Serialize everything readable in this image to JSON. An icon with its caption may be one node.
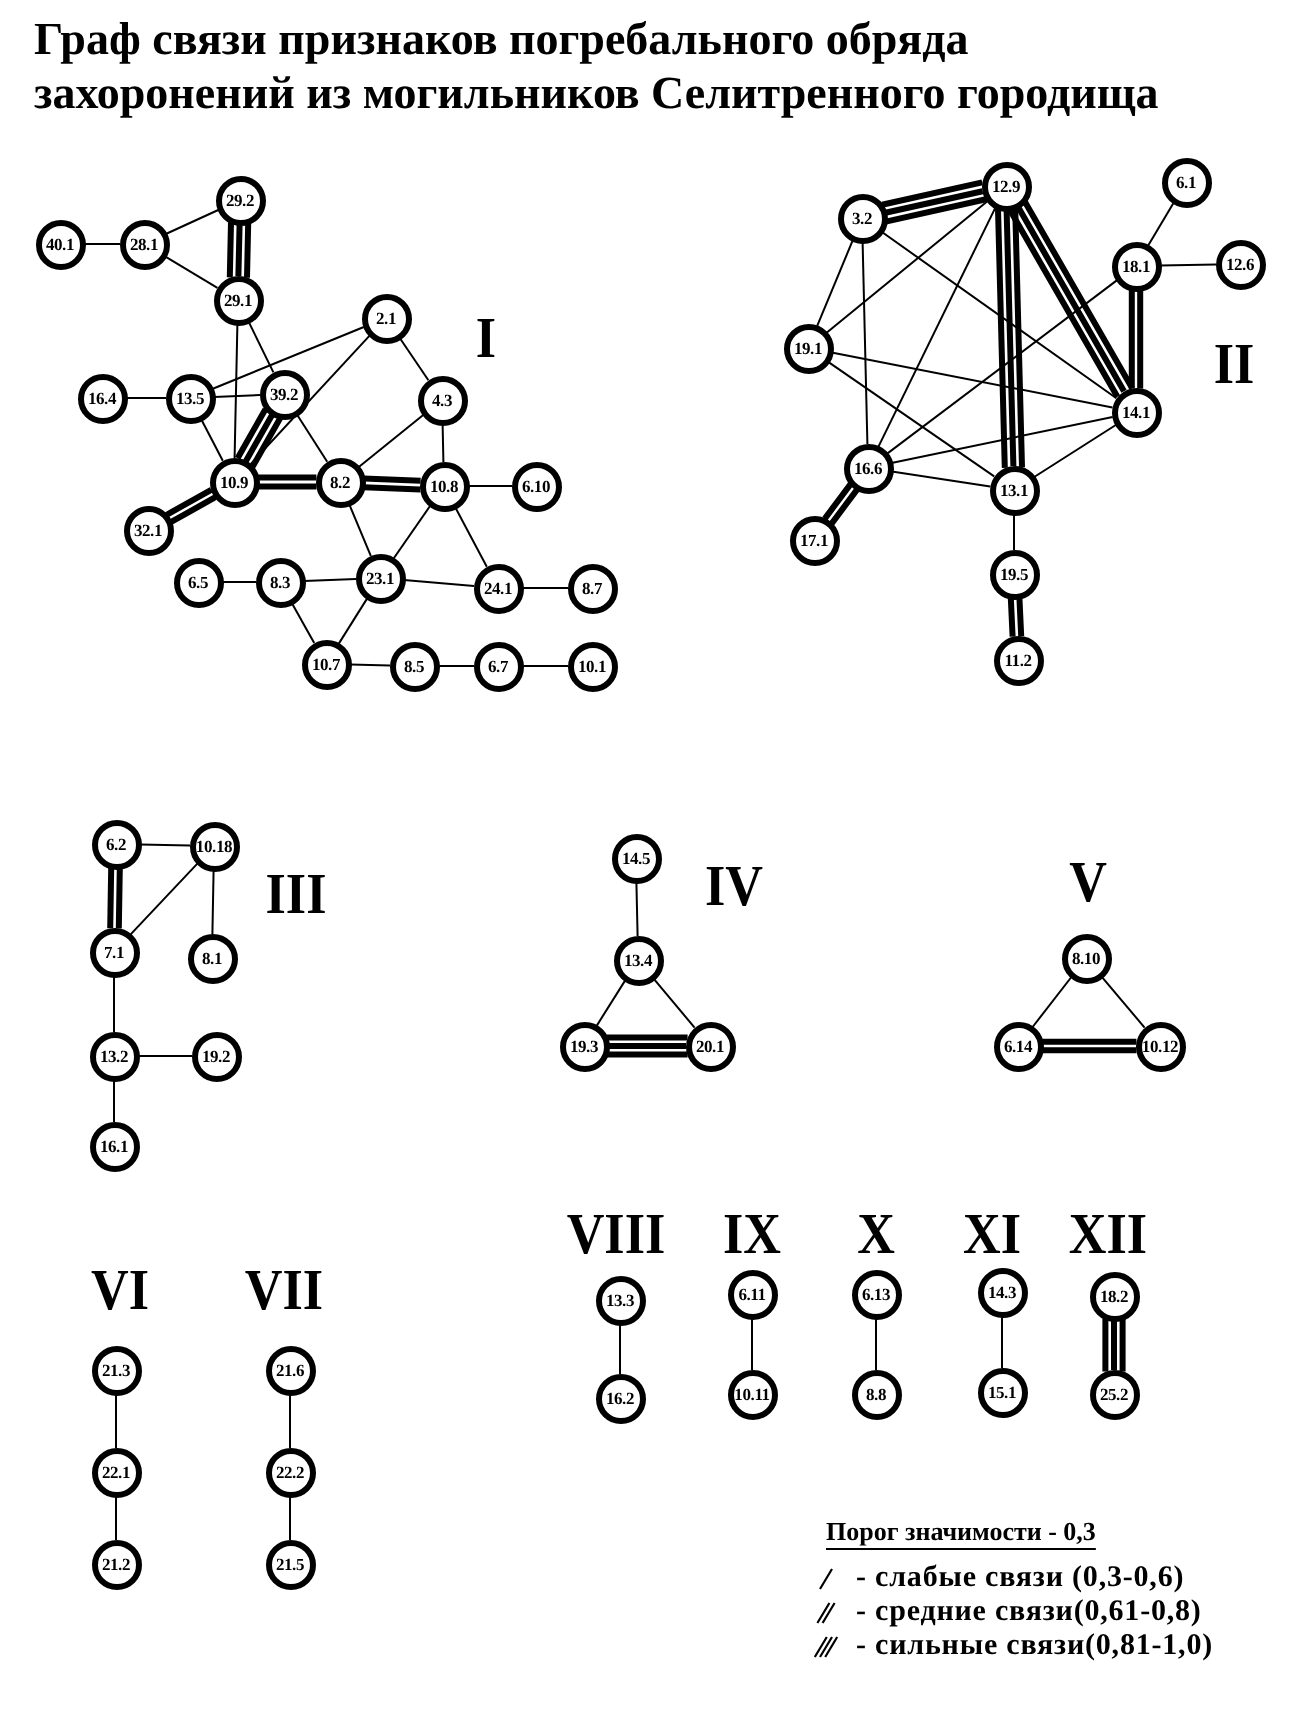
{
  "diagram": {
    "title": "Граф связи признаков погребального обряда захоронений из могильников Селитренного городища",
    "nodes": [
      {
        "text": [
          "40.1"
        ]
      },
      {
        "text": [
          "28.1"
        ]
      },
      {
        "text": [
          "29.2"
        ]
      },
      {
        "text": [
          "29.1"
        ]
      },
      {
        "text": [
          "2.1"
        ]
      },
      {
        "text": [
          "16.4"
        ]
      },
      {
        "text": [
          "13.5"
        ]
      },
      {
        "text": [
          "39.2"
        ]
      },
      {
        "text": [
          "4.3"
        ]
      },
      {
        "text": [
          "10.9"
        ]
      },
      {
        "text": [
          "8.2"
        ]
      },
      {
        "text": [
          "10.8"
        ]
      },
      {
        "text": [
          "6.10"
        ]
      },
      {
        "text": [
          "32.1"
        ]
      },
      {
        "text": [
          "6.5"
        ]
      },
      {
        "text": [
          "8.3"
        ]
      },
      {
        "text": [
          "23.1"
        ]
      },
      {
        "text": [
          "24.1"
        ]
      },
      {
        "text": [
          "8.7"
        ]
      },
      {
        "text": [
          "10.7"
        ]
      },
      {
        "text": [
          "8.5"
        ]
      },
      {
        "text": [
          "6.7"
        ]
      },
      {
        "text": [
          "10.1"
        ]
      },
      {
        "text": [
          "12.9"
        ]
      },
      {
        "text": [
          "6.1"
        ]
      },
      {
        "text": [
          "3.2"
        ]
      },
      {
        "text": [
          "18.1"
        ]
      },
      {
        "text": [
          "12.6"
        ]
      },
      {
        "text": [
          "19.1"
        ]
      },
      {
        "text": [
          "14.1"
        ]
      },
      {
        "text": [
          "16.6"
        ]
      },
      {
        "text": [
          "13.1"
        ]
      },
      {
        "text": [
          "17.1"
        ]
      },
      {
        "text": [
          "19.5"
        ]
      },
      {
        "text": [
          "11.2"
        ]
      },
      {
        "text": [
          "6.2"
        ]
      },
      {
        "text": [
          "10.18"
        ]
      },
      {
        "text": [
          "7.1"
        ]
      },
      {
        "text": [
          "8.1"
        ]
      },
      {
        "text": [
          "13.2"
        ]
      },
      {
        "text": [
          "19.2"
        ]
      },
      {
        "text": [
          "16.1"
        ]
      },
      {
        "text": [
          "14.5"
        ]
      },
      {
        "text": [
          "13.4"
        ]
      },
      {
        "text": [
          "19.3"
        ]
      },
      {
        "text": [
          "20.1"
        ]
      },
      {
        "text": [
          "8.10"
        ]
      },
      {
        "text": [
          "6.14"
        ]
      },
      {
        "text": [
          "10.12"
        ]
      },
      {
        "text": [
          "21.3"
        ]
      },
      {
        "text": [
          "22.1"
        ]
      },
      {
        "text": [
          "21.2"
        ]
      },
      {
        "text": [
          "21.6"
        ]
      },
      {
        "text": [
          "22.2"
        ]
      },
      {
        "text": [
          "21.5"
        ]
      },
      {
        "text": [
          "13.3"
        ]
      },
      {
        "text": [
          "16.2"
        ]
      },
      {
        "text": [
          "6.11"
        ]
      },
      {
        "text": [
          "10.11"
        ]
      },
      {
        "text": [
          "6.13"
        ]
      },
      {
        "text": [
          "8.8"
        ]
      },
      {
        "text": [
          "14.3"
        ]
      },
      {
        "text": [
          "15.1"
        ]
      },
      {
        "text": [
          "18.2"
        ]
      },
      {
        "text": [
          "25.2"
        ]
      }
    ],
    "edges": [
      {
        "from": 0,
        "to": 1,
        "arrow": "none"
      },
      {
        "from": 1,
        "to": 2,
        "arrow": "none"
      },
      {
        "from": 1,
        "to": 3,
        "arrow": "none"
      },
      {
        "from": 2,
        "to": 3,
        "arrow": "none",
        "style": "thick"
      },
      {
        "from": 3,
        "to": 9,
        "arrow": "none"
      },
      {
        "from": 3,
        "to": 7,
        "arrow": "none"
      },
      {
        "from": 4,
        "to": 6,
        "arrow": "none"
      },
      {
        "from": 4,
        "to": 9,
        "arrow": "none"
      },
      {
        "from": 4,
        "to": 8,
        "arrow": "none"
      },
      {
        "from": 5,
        "to": 6,
        "arrow": "none"
      },
      {
        "from": 6,
        "to": 7,
        "arrow": "none"
      },
      {
        "from": 6,
        "to": 9,
        "arrow": "none"
      },
      {
        "from": 7,
        "to": 9,
        "arrow": "none",
        "style": "thick"
      },
      {
        "from": 7,
        "to": 10,
        "arrow": "none"
      },
      {
        "from": 9,
        "to": 10,
        "arrow": "none",
        "style": "thick"
      },
      {
        "from": 10,
        "to": 11,
        "arrow": "none",
        "style": "thick"
      },
      {
        "from": 10,
        "to": 8,
        "arrow": "none"
      },
      {
        "from": 8,
        "to": 11,
        "arrow": "none"
      },
      {
        "from": 11,
        "to": 12,
        "arrow": "none"
      },
      {
        "from": 9,
        "to": 13,
        "arrow": "none",
        "style": "thick"
      },
      {
        "from": 10,
        "to": 16,
        "arrow": "none"
      },
      {
        "from": 11,
        "to": 16,
        "arrow": "none"
      },
      {
        "from": 11,
        "to": 17,
        "arrow": "none"
      },
      {
        "from": 16,
        "to": 17,
        "arrow": "none"
      },
      {
        "from": 17,
        "to": 18,
        "arrow": "none"
      },
      {
        "from": 14,
        "to": 15,
        "arrow": "none"
      },
      {
        "from": 15,
        "to": 16,
        "arrow": "none"
      },
      {
        "from": 15,
        "to": 19,
        "arrow": "none"
      },
      {
        "from": 16,
        "to": 19,
        "arrow": "none"
      },
      {
        "from": 19,
        "to": 20,
        "arrow": "none"
      },
      {
        "from": 20,
        "to": 21,
        "arrow": "none"
      },
      {
        "from": 21,
        "to": 22,
        "arrow": "none"
      },
      {
        "from": 25,
        "to": 23,
        "arrow": "none",
        "style": "thick"
      },
      {
        "from": 23,
        "to": 28,
        "arrow": "none"
      },
      {
        "from": 23,
        "to": 30,
        "arrow": "none"
      },
      {
        "from": 23,
        "to": 31,
        "arrow": "none",
        "style": "thick"
      },
      {
        "from": 23,
        "to": 29,
        "arrow": "none",
        "style": "thick"
      },
      {
        "from": 25,
        "to": 28,
        "arrow": "none"
      },
      {
        "from": 25,
        "to": 30,
        "arrow": "none"
      },
      {
        "from": 25,
        "to": 29,
        "arrow": "none"
      },
      {
        "from": 28,
        "to": 29,
        "arrow": "none"
      },
      {
        "from": 28,
        "to": 31,
        "arrow": "none"
      },
      {
        "from": 30,
        "to": 29,
        "arrow": "none"
      },
      {
        "from": 30,
        "to": 31,
        "arrow": "none"
      },
      {
        "from": 30,
        "to": 26,
        "arrow": "none"
      },
      {
        "from": 31,
        "to": 29,
        "arrow": "none"
      },
      {
        "from": 30,
        "to": 32,
        "arrow": "none",
        "style": "thick"
      },
      {
        "from": 31,
        "to": 33,
        "arrow": "none"
      },
      {
        "from": 33,
        "to": 34,
        "arrow": "none",
        "style": "thick"
      },
      {
        "from": 26,
        "to": 24,
        "arrow": "none"
      },
      {
        "from": 26,
        "to": 27,
        "arrow": "none"
      },
      {
        "from": 26,
        "to": 29,
        "arrow": "none",
        "style": "thick"
      },
      {
        "from": 35,
        "to": 36,
        "arrow": "none"
      },
      {
        "from": 35,
        "to": 37,
        "arrow": "none",
        "style": "thick"
      },
      {
        "from": 36,
        "to": 37,
        "arrow": "none"
      },
      {
        "from": 36,
        "to": 38,
        "arrow": "none"
      },
      {
        "from": 37,
        "to": 39,
        "arrow": "none"
      },
      {
        "from": 39,
        "to": 40,
        "arrow": "none"
      },
      {
        "from": 39,
        "to": 41,
        "arrow": "none"
      },
      {
        "from": 42,
        "to": 43,
        "arrow": "none"
      },
      {
        "from": 43,
        "to": 44,
        "arrow": "none"
      },
      {
        "from": 43,
        "to": 45,
        "arrow": "none"
      },
      {
        "from": 44,
        "to": 45,
        "arrow": "none",
        "style": "thick"
      },
      {
        "from": 46,
        "to": 47,
        "arrow": "none"
      },
      {
        "from": 46,
        "to": 48,
        "arrow": "none"
      },
      {
        "from": 47,
        "to": 48,
        "arrow": "none",
        "style": "thick"
      },
      {
        "from": 49,
        "to": 50,
        "arrow": "none"
      },
      {
        "from": 50,
        "to": 51,
        "arrow": "none"
      },
      {
        "from": 52,
        "to": 53,
        "arrow": "none"
      },
      {
        "from": 53,
        "to": 54,
        "arrow": "none"
      },
      {
        "from": 55,
        "to": 56,
        "arrow": "none"
      },
      {
        "from": 57,
        "to": 58,
        "arrow": "none"
      },
      {
        "from": 59,
        "to": 60,
        "arrow": "none"
      },
      {
        "from": 61,
        "to": 62,
        "arrow": "none"
      },
      {
        "from": 63,
        "to": 64,
        "arrow": "none",
        "style": "thick"
      }
    ],
    "labels": [
      "I",
      "II",
      "III",
      "IV",
      "V",
      "VI",
      "VII",
      "VIII",
      "IX",
      "X",
      "XI",
      "XII",
      "Порог значимости - 0,3"
    ],
    "legend": [
      {
        "text": "- слабые связи (0,3-0,6)"
      },
      {
        "text": "- средние связи(0,61-0,8)"
      },
      {
        "text": "- сильные связи(0,81-1,0)"
      }
    ]
  }
}
